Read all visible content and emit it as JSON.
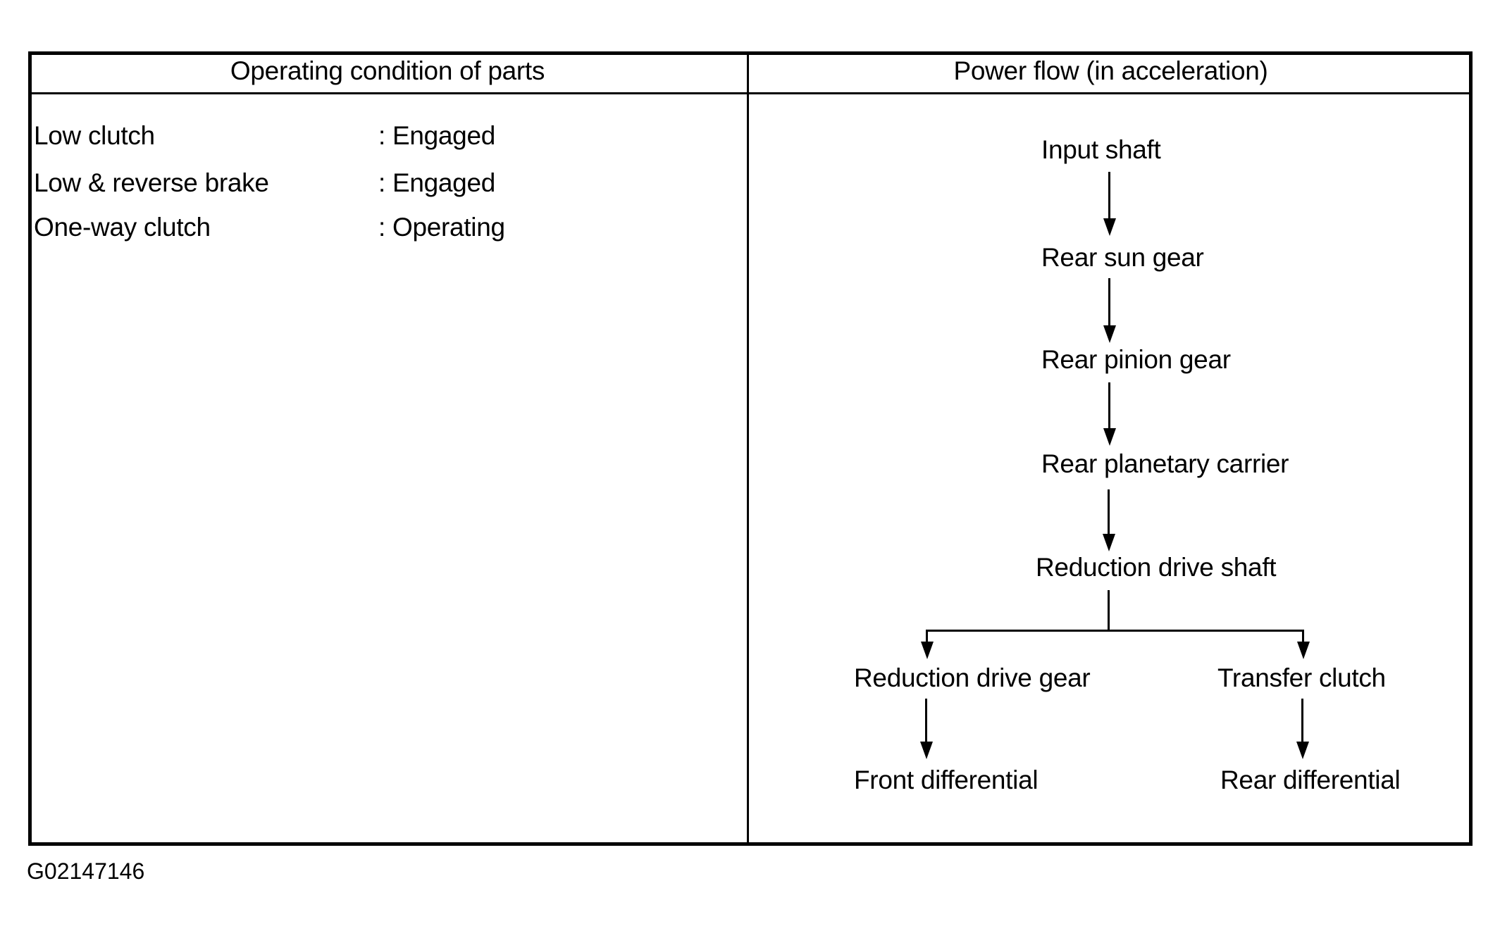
{
  "table": {
    "left_header": "Operating condition of parts",
    "right_header": "Power flow (in acceleration)",
    "conditions": [
      {
        "part": "Low clutch",
        "state": ": Engaged"
      },
      {
        "part": "Low & reverse brake",
        "state": ": Engaged"
      },
      {
        "part": "One-way clutch",
        "state": ": Operating"
      }
    ],
    "flow": {
      "main_chain": [
        "Input shaft",
        "Rear sun gear",
        "Rear pinion gear",
        "Rear planetary carrier",
        "Reduction drive shaft"
      ],
      "branches": [
        {
          "via": "Reduction drive gear",
          "to": "Front differential"
        },
        {
          "via": "Transfer clutch",
          "to": "Rear differential"
        }
      ]
    }
  },
  "figure_id": "G02147146",
  "colors": {
    "ink": "#000000",
    "paper": "#ffffff"
  }
}
